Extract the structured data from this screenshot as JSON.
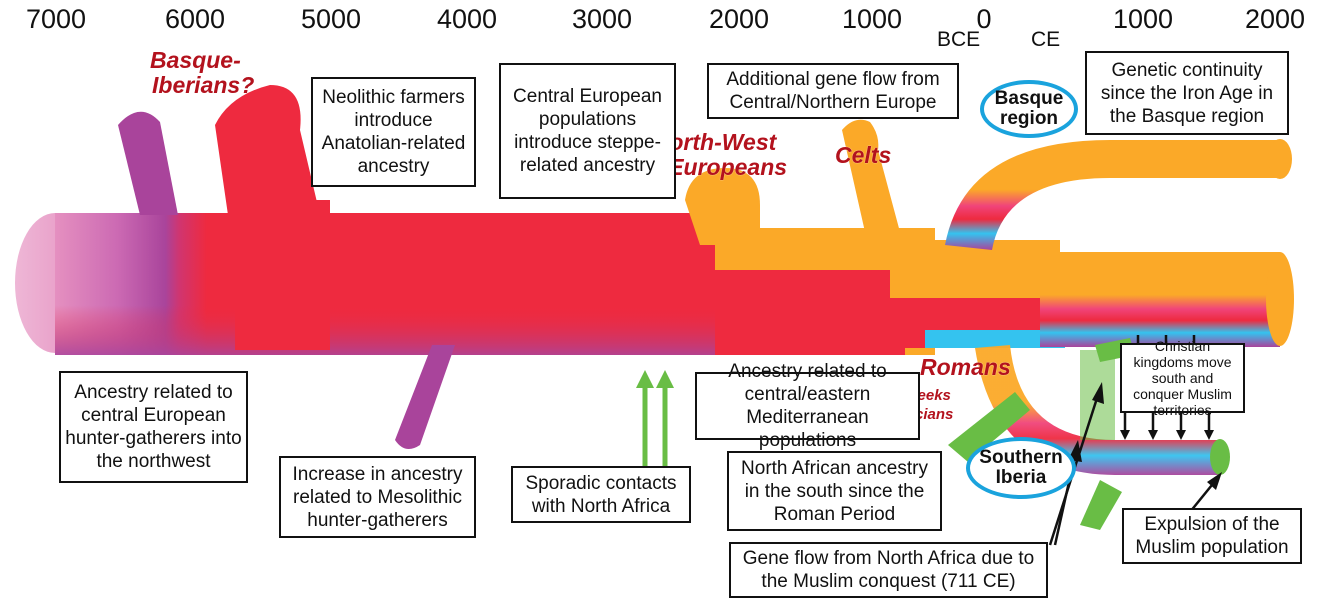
{
  "axis": {
    "ticks": [
      "7000",
      "6000",
      "5000",
      "4000",
      "3000",
      "2000",
      "1000",
      "0",
      "1000",
      "2000"
    ],
    "bce_label": "BCE",
    "ce_label": "CE"
  },
  "groups": {
    "basque_iberians_line1": "Basque-",
    "basque_iberians_line2": "Iberians?",
    "nw_indo_line1": "North-West",
    "nw_indo_line2": "Indo-Europeans",
    "celts": "Celts",
    "romans": "Romans",
    "greeks": "Greeks",
    "phoenicians": "Phoenicians"
  },
  "boxes": {
    "neolithic": "Neolithic farmers introduce Anatolian-related ancestry",
    "central_european": "Central European populations introduce steppe-related ancestry",
    "gene_flow_central": "Additional gene flow from Central/Northern Europe",
    "genetic_continuity": "Genetic continuity since the Iron Age in the Basque region",
    "hunter_gatherers_nw": "Ancestry related to central European hunter-gatherers into the northwest",
    "mesolithic": "Increase in ancestry related to Mesolithic hunter-gatherers",
    "sporadic": "Sporadic contacts with North Africa",
    "mediterranean": "Ancestry related to central/eastern Mediterranean populations",
    "north_african": "North African ancestry in the south since the Roman Period",
    "christian": "Christian kingdoms move south and conquer Muslim territories",
    "expulsion": "Expulsion of the Muslim population",
    "muslim_conquest": "Gene flow from North Africa due to the Muslim conquest (711 CE)"
  },
  "regions": {
    "basque": "Basque region",
    "southern": "Southern Iberia"
  },
  "colors": {
    "hunter_gatherer_purple": "#a9449b",
    "early_pink": "#e590c0",
    "neolithic_red": "#ee2a3f",
    "steppe_orange": "#fba928",
    "mediterranean_cyan": "#34c3ef",
    "north_africa_green": "#69bd45",
    "label_red": "#b3121d",
    "region_outline": "#1aa3dd"
  }
}
